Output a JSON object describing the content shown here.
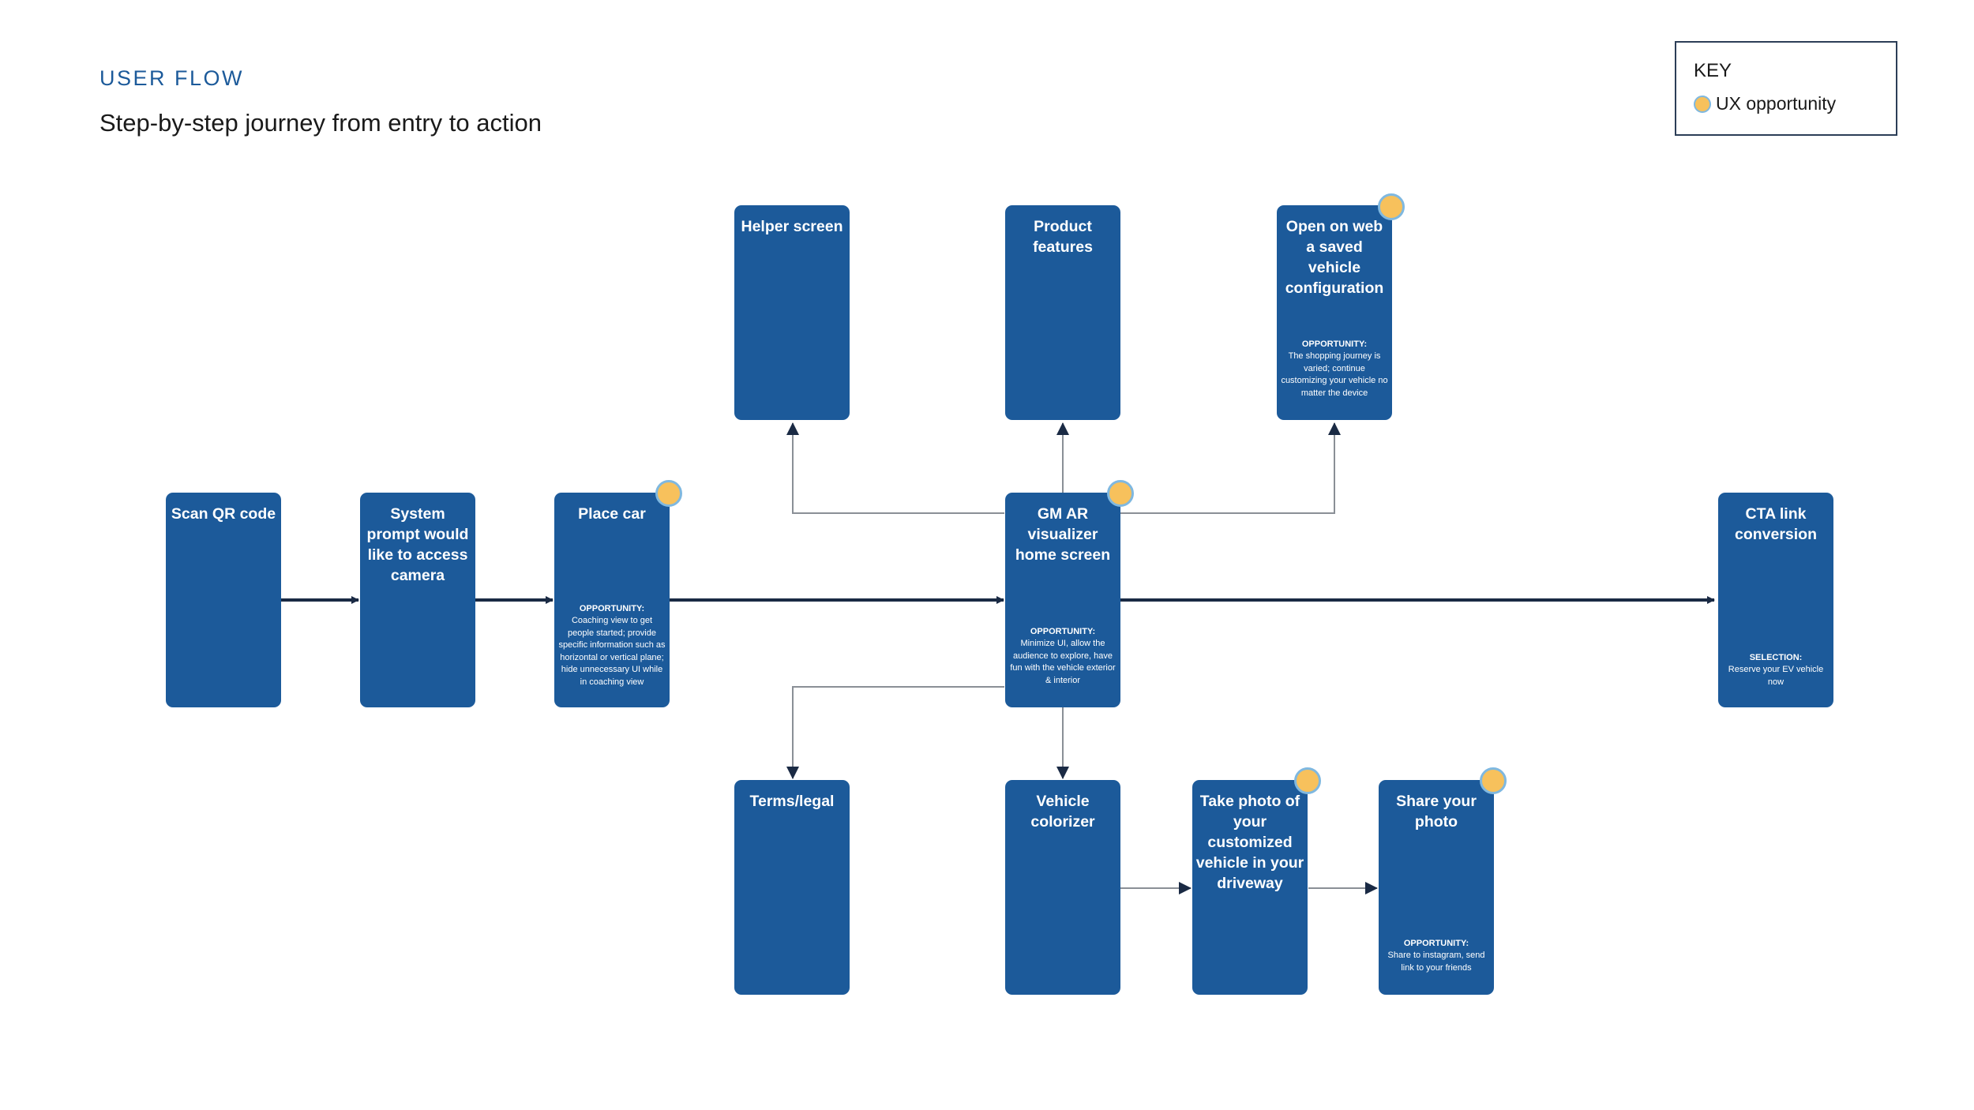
{
  "header": {
    "label": "USER FLOW",
    "title": "Step-by-step journey from entry to action"
  },
  "key": {
    "title": "KEY",
    "ux_opportunity": "UX opportunity"
  },
  "nodes": {
    "scan_qr": {
      "title": "Scan QR code"
    },
    "system_prompt": {
      "title": "System prompt would like to access camera"
    },
    "place_car": {
      "title": "Place car",
      "note_label": "OPPORTUNITY:",
      "note_text": "Coaching view to get people started; provide specific information such as horizontal or vertical plane; hide unnecessary UI while in coaching view"
    },
    "helper_screen": {
      "title": "Helper screen"
    },
    "product_features": {
      "title": "Product features"
    },
    "open_on_web": {
      "title": "Open on web a saved vehicle configuration",
      "note_label": "OPPORTUNITY:",
      "note_text": "The shopping journey is varied; continue customizing your vehicle no matter the device"
    },
    "gm_ar_home": {
      "title": "GM AR visualizer home screen",
      "note_label": "OPPORTUNITY:",
      "note_text": "Minimize UI, allow the audience to explore, have fun with the vehicle exterior & interior"
    },
    "cta_link": {
      "title": "CTA link conversion",
      "note_label": "SELECTION:",
      "note_text": "Reserve your EV vehicle now"
    },
    "terms_legal": {
      "title": "Terms/legal"
    },
    "vehicle_colorizer": {
      "title": "Vehicle colorizer"
    },
    "take_photo": {
      "title": "Take photo of your customized vehicle in your driveway"
    },
    "share_photo": {
      "title": "Share your photo",
      "note_label": "OPPORTUNITY:",
      "note_text": "Share to instagram, send link to your friends"
    }
  },
  "colors": {
    "node_fill": "#1c5a9a",
    "main_line": "#1a2a44",
    "branch_line": "#8a8f96",
    "opportunity_dot": "#f7c15c",
    "opportunity_ring": "#7fb8e0"
  }
}
